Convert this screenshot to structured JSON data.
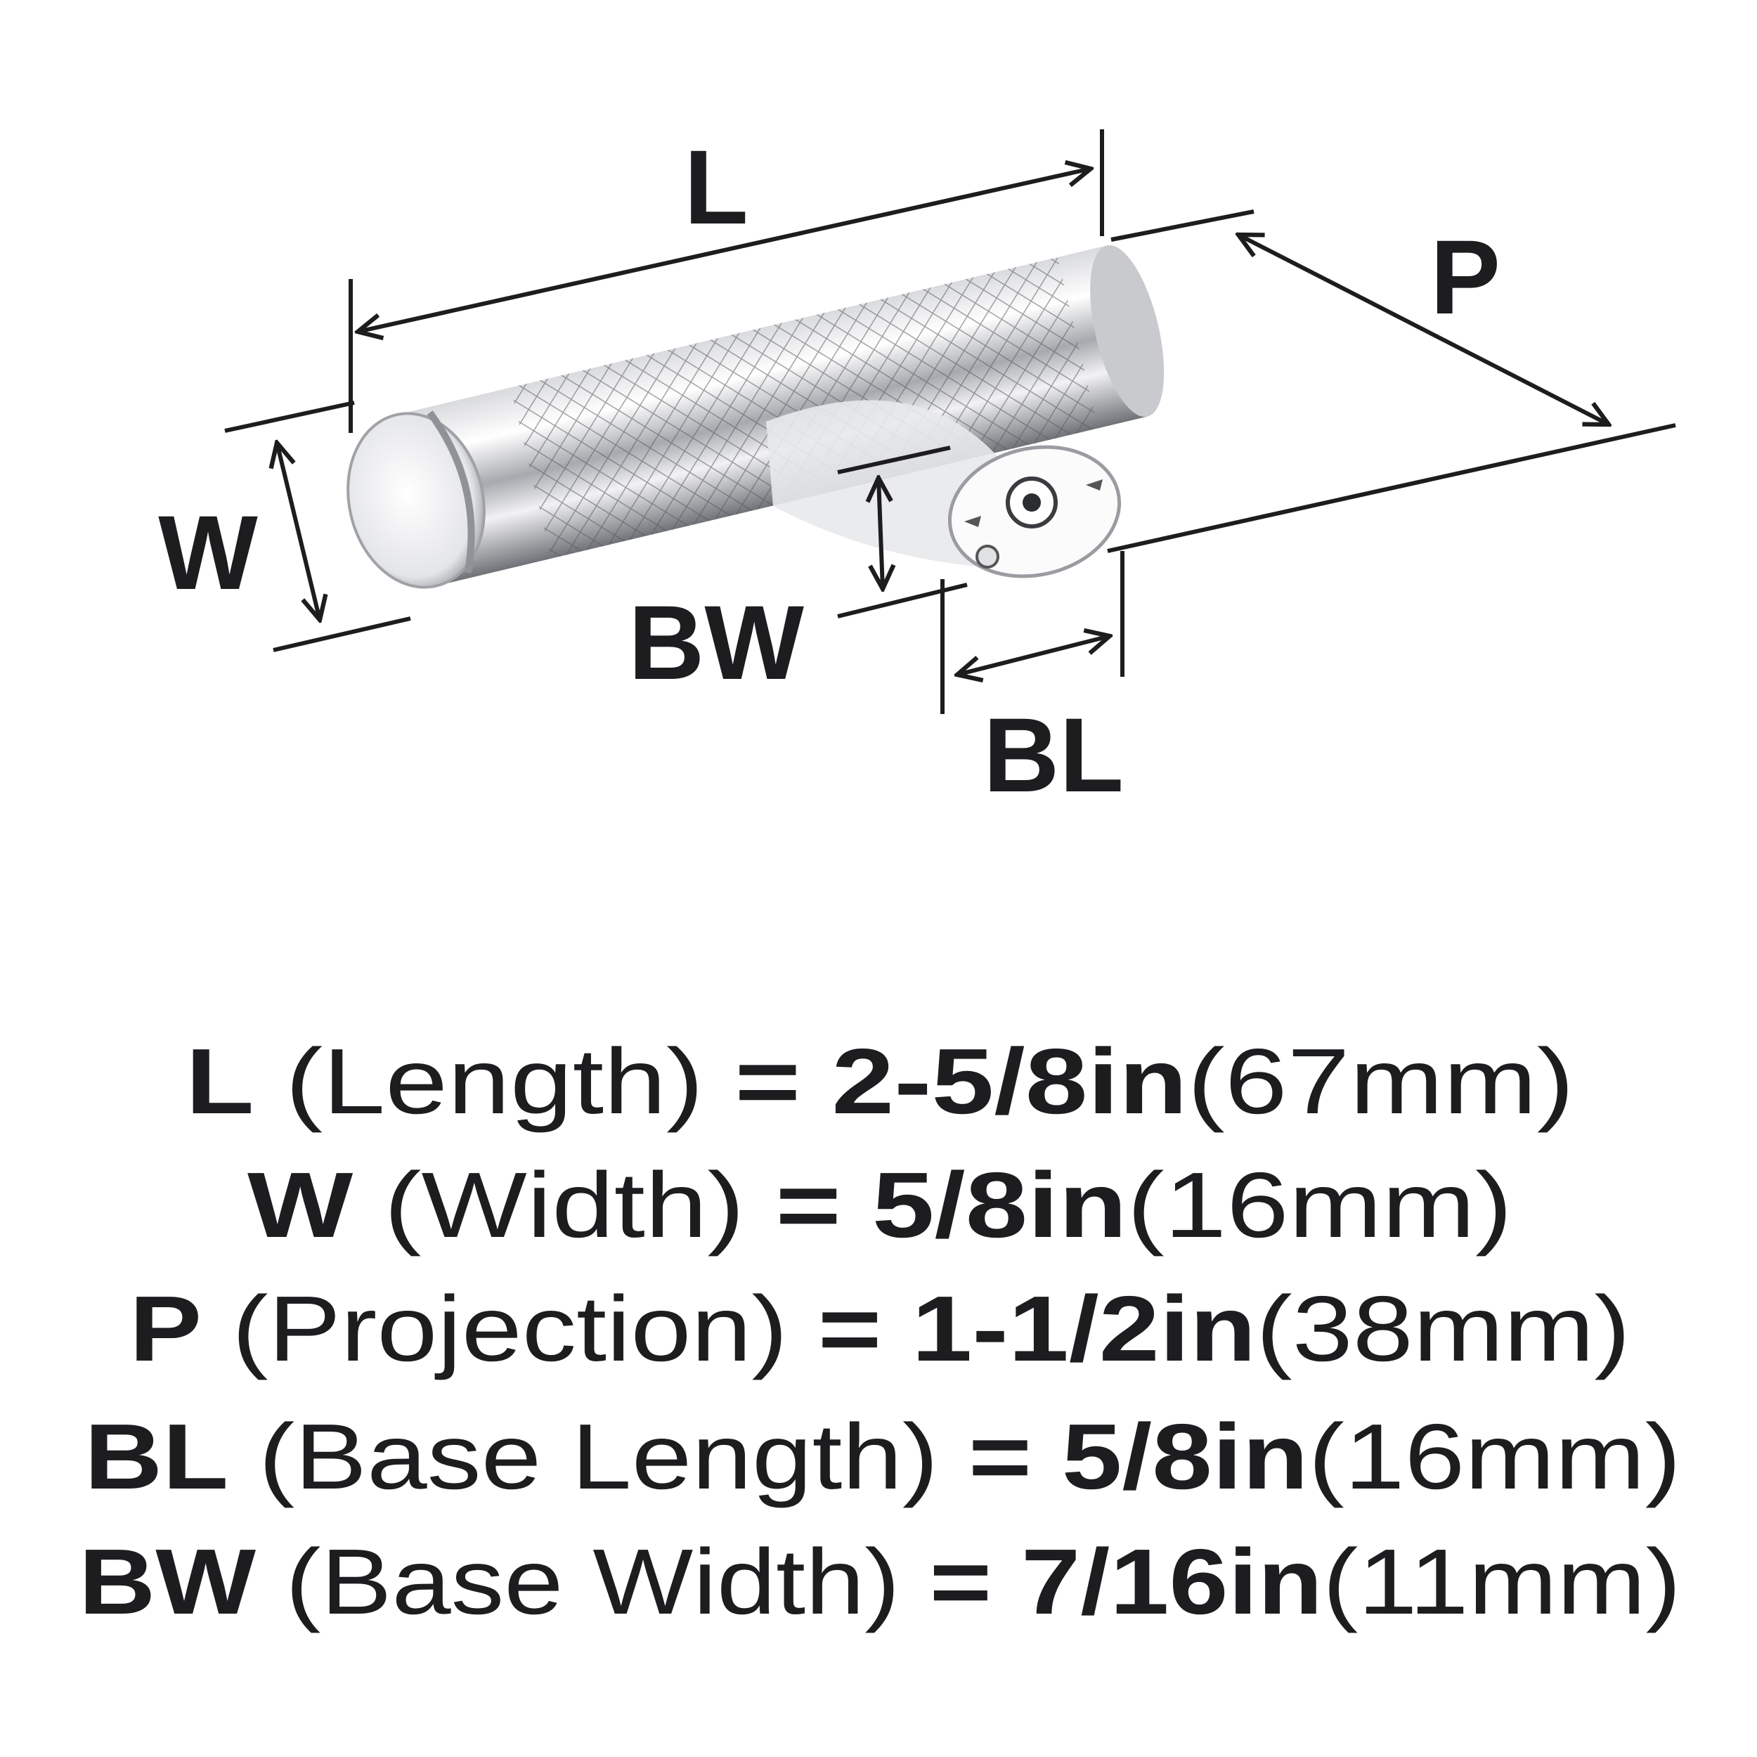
{
  "labels": {
    "L": "L",
    "W": "W",
    "P": "P",
    "BW": "BW",
    "BL": "BL"
  },
  "specs": [
    {
      "code": "L",
      "name": "(Length)",
      "eq": "=",
      "imperial": "2-5/8in",
      "metric": "(67mm)"
    },
    {
      "code": "W",
      "name": "(Width)",
      "eq": "=",
      "imperial": "5/8in",
      "metric": "(16mm)"
    },
    {
      "code": "P",
      "name": "(Projection)",
      "eq": "=",
      "imperial": "1-1/2in",
      "metric": "(38mm)"
    },
    {
      "code": "BL",
      "name": "(Base Length)",
      "eq": "=",
      "imperial": "5/8in",
      "metric": "(16mm)"
    },
    {
      "code": "BW",
      "name": "(Base Width)",
      "eq": "=",
      "imperial": "7/16in",
      "metric": "(11mm)"
    }
  ],
  "colors": {
    "ink": "#1d1d1f",
    "metal_light": "#f4f4f6",
    "metal_dark": "#8a8d93"
  }
}
